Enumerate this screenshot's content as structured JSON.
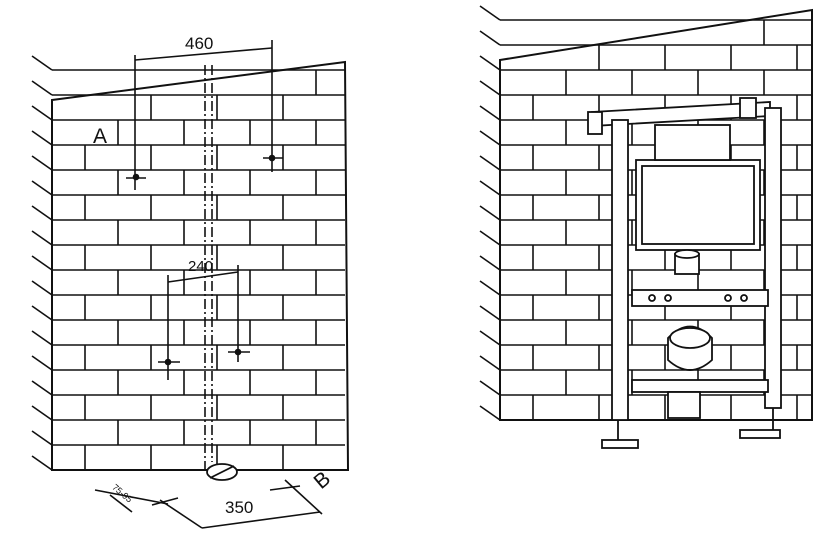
{
  "left_figure": {
    "label_a": "A",
    "label_b": "B",
    "dim_top": "460",
    "dim_mid": "240",
    "dim_bottom": "350",
    "dim_small": "75-95"
  },
  "colors": {
    "line": "#111111",
    "brick_fill": "#ffffff",
    "frame_fill": "#ffffff"
  }
}
